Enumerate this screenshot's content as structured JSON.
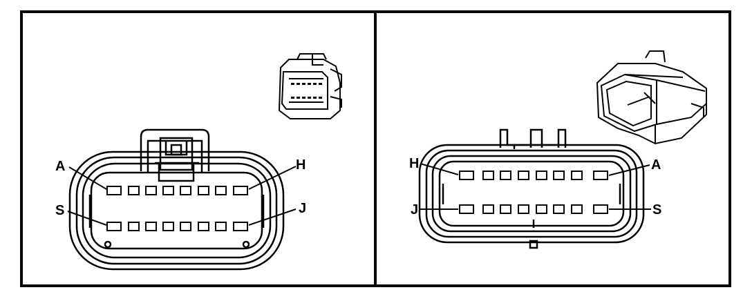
{
  "colors": {
    "line": "#000000",
    "background": "#ffffff"
  },
  "left_view": {
    "label_a": "A",
    "label_h": "H",
    "label_s": "S",
    "label_j": "J",
    "top_row_pin_count": 8,
    "bottom_row_pin_count": 8
  },
  "right_view": {
    "label_h": "H",
    "label_a": "A",
    "label_j": "J",
    "label_s": "S",
    "top_row_pin_count": 8,
    "bottom_row_pin_count": 8
  }
}
